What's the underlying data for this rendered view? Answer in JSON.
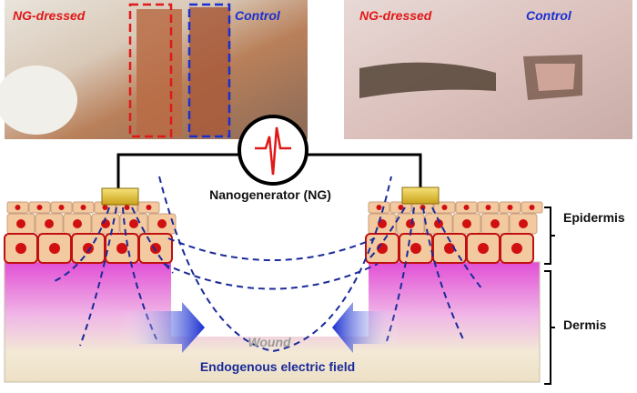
{
  "photos": {
    "left": {
      "ng_label": "NG-dressed",
      "control_label": "Control"
    },
    "right": {
      "ng_label": "NG-dressed",
      "control_label": "Control"
    }
  },
  "diagram": {
    "nanogenerator_label": "Nanogenerator (NG)",
    "epidermis_label": "Epidermis",
    "dermis_label": "Dermis",
    "wound_label": "Wound",
    "field_label": "Endogenous electric field"
  },
  "colors": {
    "ng": "#e01818",
    "control": "#1a2fd0",
    "field_lines": "#1a2a9a",
    "cell": "#f3c9a0",
    "nucleus": "#d01010",
    "dermis_top": "#e85ad8",
    "dermis_bottom": "#f1e6cf",
    "electrode": "#e3c23a"
  }
}
